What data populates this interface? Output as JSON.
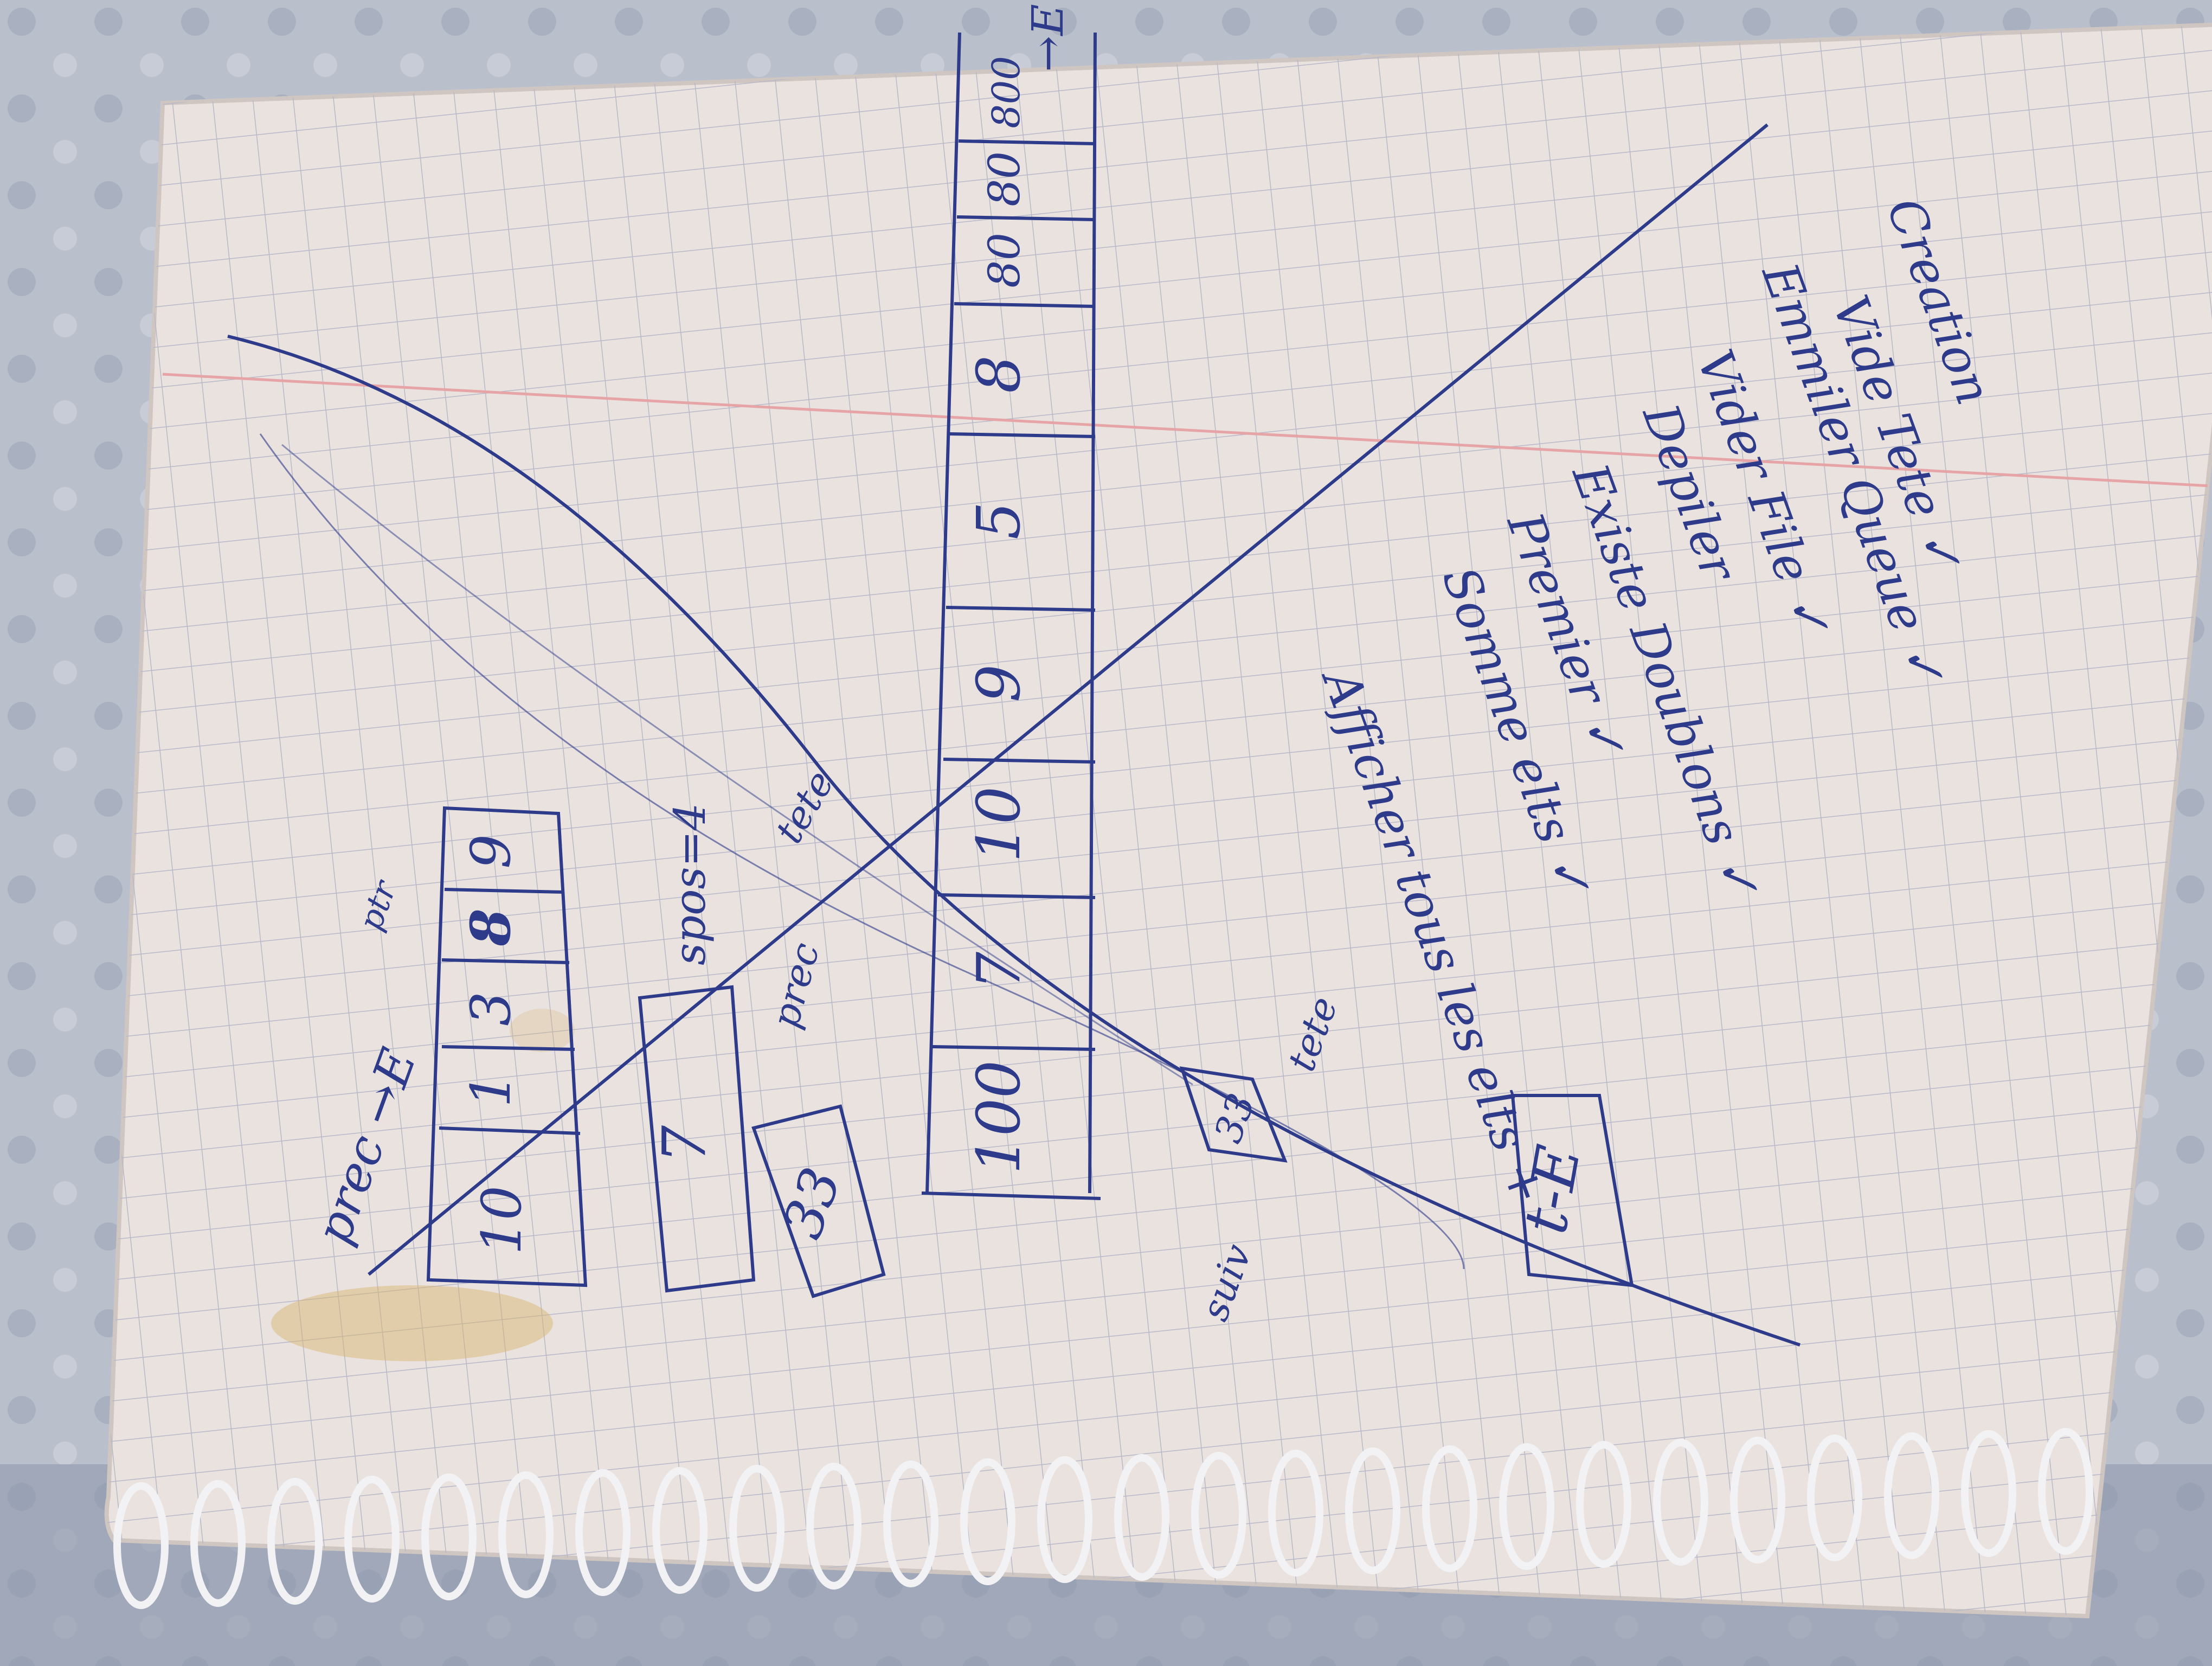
{
  "photo": {
    "subject": "spiral notebook page with handwritten queue / linked-list sketch",
    "colors": {
      "background": "#b9c0cc",
      "fabric_dark": "#8f98ab",
      "paper": "#e9e2df",
      "paper_shadow": "#cfc6c2",
      "grid_line": "#b7b8c8",
      "margin_line": "#e6a4a6",
      "ink": "#2d3b8a",
      "stain": "#d9b46a",
      "spiral": "#f2f2f4"
    }
  },
  "notes": {
    "checklist": [
      "Creation",
      "Vide Tete ✓",
      "Emmiler Queue ✓",
      "Vider File ✓",
      "Depiler",
      "Existe Doublons ✓",
      "Premier ✓",
      "Somme elts ✓",
      "Afficher tous les elts +"
    ],
    "top_list": {
      "cells": [
        "10",
        "1",
        "3",
        "8",
        "9"
      ],
      "labels": {
        "prec": "prec →E",
        "ptr": "ptr",
        "spos": "spos=4",
        "tete": "tete"
      }
    },
    "strip": {
      "cells": [
        "100",
        "7",
        "10",
        "9",
        "5",
        "8",
        "80",
        "80",
        "800"
      ],
      "end_label": "→E"
    },
    "boxes": {
      "seven": "7",
      "thirty_three_a": "33",
      "thirty_three_b": "33",
      "corner": "t-E",
      "tete_label": "tete",
      "prec_label": "prec",
      "suiv_label": "suiv"
    }
  }
}
